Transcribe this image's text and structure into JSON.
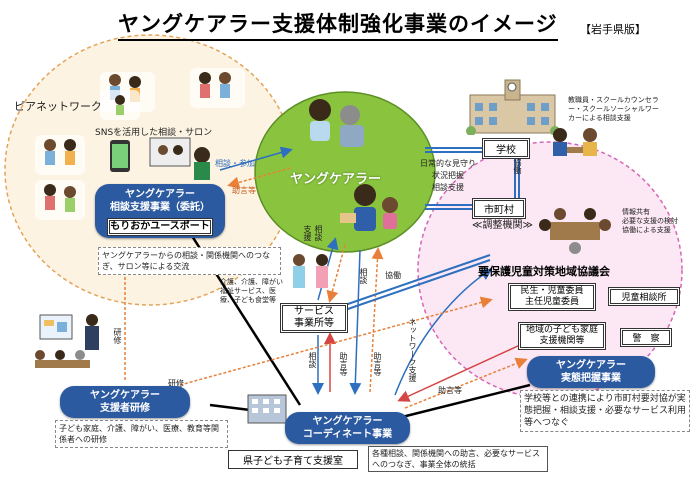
{
  "title": "ヤングケアラー支援体制強化事業のイメージ",
  "edition": "【岩手県版】",
  "peer_network": {
    "label": "ピアネットワーク",
    "sns_label": "SNSを活用した相談・サロン"
  },
  "consult_support": {
    "title_line1": "ヤングケアラー",
    "title_line2": "相談支援事業（委託）",
    "org": "もりおかユースポート",
    "desc": "ヤングケアラーからの相談・関係機関へのつなぎ、サロン等による交流"
  },
  "young_carer": {
    "label": "ヤングケアラー"
  },
  "arrow_labels": {
    "consult_participate": "相談・参加",
    "advice": "助言等",
    "daily_watch": "日常的な見守り",
    "status_grasp": "状況把握",
    "consult_support": "相談支援",
    "support": "支援",
    "consult": "相談",
    "cooperation": "協働",
    "network_support": "ネットワーク支援",
    "training": "研修",
    "advice2": "助言等",
    "consult2": "相談",
    "advice3": "助言等",
    "consult3": "相談",
    "cooperation2": "協働",
    "training2": "研修"
  },
  "school": {
    "label": "学校",
    "staff_desc": "教職員・スクールカウンセラー・スクールソーシャルワーカーによる相談支援"
  },
  "municipality": {
    "label": "市町村",
    "coordination": "≪調整機関≫",
    "council": "要保護児童対策地域協議会",
    "info_share": "情報共有\n必要な支援の検討\n協働による支援"
  },
  "council_members": [
    "民生・児童委員\n主任児童委員",
    "児童相談所",
    "地域の子ども家庭\n支援機関等",
    "警　察"
  ],
  "services": {
    "people": "介護、介護、障がい福祉サービス、医療、子ども食堂等",
    "office": "サービス\n事業所等"
  },
  "trainer": {
    "title_line1": "ヤングケアラー",
    "title_line2": "支援者研修",
    "desc": "子ども家庭、介護、障がい、医療、教育等関係者への研修"
  },
  "coordinator": {
    "title_line1": "ヤングケアラー",
    "title_line2": "コーディネート事業",
    "office": "県子ども子育て支援室",
    "desc": "各種相談、関係機関への助言、必要なサービスへのつなぎ、事業全体の統括"
  },
  "survey": {
    "title_line1": "ヤングケアラー",
    "title_line2": "実態把握事業",
    "desc": "学校等との連携により市町村要対協が実態把握・相談支援・必要なサービス利用等へつなぐ"
  },
  "colors": {
    "pill_blue": "#2c5aa0",
    "young_carer_green": "#8ac43f",
    "peer_bg": "#fdf3e2",
    "council_bg": "#fce8f4",
    "link_blue": "#2e6fbf",
    "link_orange": "#e8803a",
    "link_red": "#d64545"
  }
}
